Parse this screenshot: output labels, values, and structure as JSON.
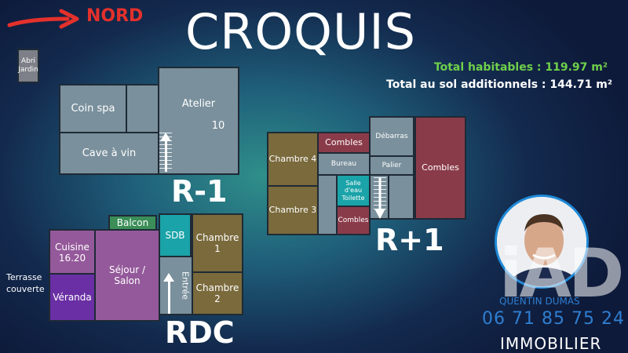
{
  "header": {
    "north_label": "NORD",
    "title": "CROQUIS",
    "total_habitables": "Total habitables : 119.97 m²",
    "total_sol": "Total au sol additionnels : 144.71 m²"
  },
  "levels": {
    "basement": "R-1",
    "ground": "RDC",
    "upper": "R+1"
  },
  "rooms": {
    "abri_jardin": "Abri Jardin",
    "coin_spa": "Coin spa",
    "atelier": "Atelier",
    "atelier_num": "10",
    "cave": "Cave à vin",
    "balcon": "Balcon",
    "cuisine": "Cuisine\n16.20",
    "sejour": "Séjour /\nSalon",
    "veranda": "Véranda",
    "sdb": "SDB",
    "entree": "Entrée",
    "chambre1": "Chambre 1",
    "chambre2": "Chambre 2",
    "terrasse": "Terrasse\ncouverte",
    "chambre4": "Chambre 4",
    "chambre3": "Chambre 3",
    "combles_top": "Combles",
    "bureau": "Bureau",
    "salle_eau": "Salle d'eau\nToilette",
    "combles_small": "Combles",
    "debarras": "Débarras",
    "palier": "Palier",
    "combles_right": "Combles"
  },
  "agent": {
    "name": "QUENTIN DUMAS",
    "phone": "06 71 85 75 24",
    "brand": "iAD",
    "brand_sub": "IMMOBILIER"
  },
  "colors": {
    "total_green": "#6fd04a",
    "north_red": "#e4312b",
    "veranda": "#6a2fa4",
    "sejour": "#94599a",
    "sdb": "#1aa3a8",
    "chambre_brown": "#7a6a3c",
    "combles_red": "#8a3b4a"
  }
}
